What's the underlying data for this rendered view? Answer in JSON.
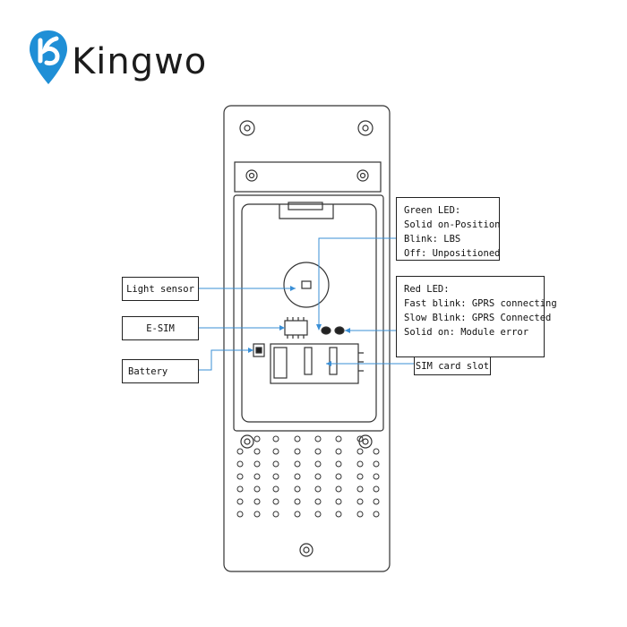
{
  "brand": {
    "name": "Kingwo",
    "colors": {
      "logo_blue": "#1f8fd6",
      "logo_blue_dark": "#0b5fa5",
      "text": "#1c1c1c"
    }
  },
  "callouts": {
    "green_led": {
      "title": "Green LED:",
      "lines": [
        "Solid on-Position",
        "Blink: LBS",
        "Off: Unpositioned"
      ]
    },
    "red_led": {
      "title": "Red LED:",
      "lines": [
        "Fast blink: GPRS connecting",
        "Slow Blink: GPRS Connected",
        "Solid on: Module error"
      ]
    },
    "light_sensor": "Light sensor",
    "esim": "E-SIM",
    "battery": "Battery",
    "sim_slot": "SIM card slot"
  },
  "pointer_color": "#3a8fd6",
  "line_color": "#333333"
}
